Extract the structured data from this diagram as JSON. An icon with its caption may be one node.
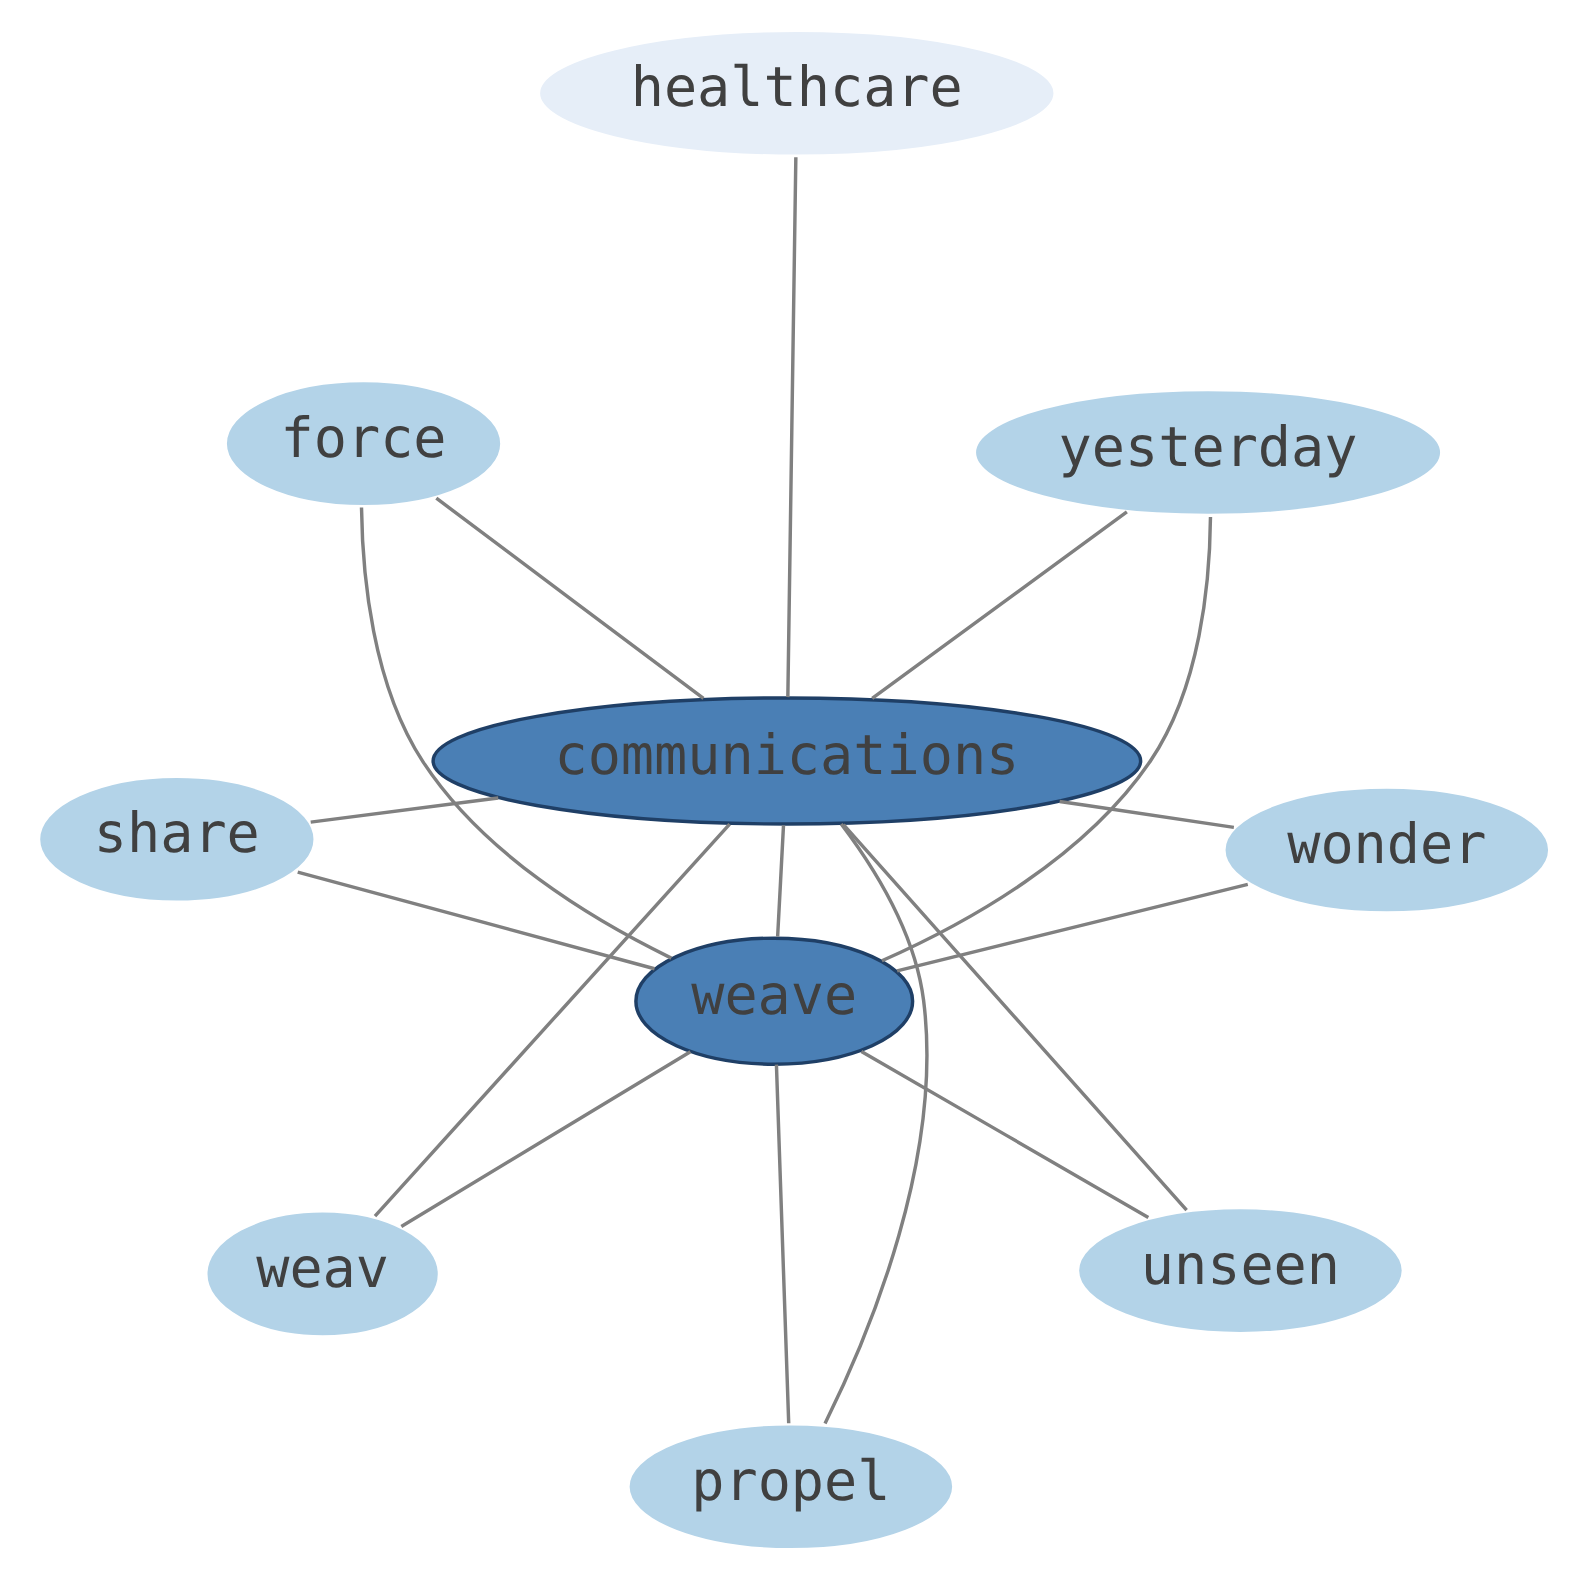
{
  "diagram": {
    "nodes": [
      {
        "text": [
          "share"
        ]
      },
      {
        "text": [
          "yesterday"
        ]
      },
      {
        "text": [
          "weav"
        ]
      },
      {
        "text": [
          "healthcare"
        ]
      },
      {
        "text": [
          "communications"
        ]
      },
      {
        "text": [
          "force"
        ]
      },
      {
        "text": [
          "weave"
        ]
      },
      {
        "text": [
          "wonder"
        ]
      },
      {
        "text": [
          "propel"
        ]
      },
      {
        "text": [
          "unseen"
        ]
      }
    ],
    "edges": [
      {
        "from": 0,
        "to": 4,
        "arrow": "none"
      },
      {
        "from": 0,
        "to": 6,
        "arrow": "none"
      },
      {
        "from": 1,
        "to": 4,
        "arrow": "none"
      },
      {
        "from": 1,
        "to": 6,
        "arrow": "none"
      },
      {
        "from": 2,
        "to": 4,
        "arrow": "none"
      },
      {
        "from": 2,
        "to": 6,
        "arrow": "none"
      },
      {
        "from": 3,
        "to": 4,
        "arrow": "none"
      },
      {
        "from": 5,
        "to": 4,
        "arrow": "none"
      },
      {
        "from": 5,
        "to": 6,
        "arrow": "none"
      },
      {
        "from": 4,
        "to": 6,
        "arrow": "none"
      },
      {
        "from": 7,
        "to": 4,
        "arrow": "none"
      },
      {
        "from": 7,
        "to": 6,
        "arrow": "none"
      },
      {
        "from": 8,
        "to": 4,
        "arrow": "none"
      },
      {
        "from": 8,
        "to": 6,
        "arrow": "none"
      },
      {
        "from": 9,
        "to": 4,
        "arrow": "none"
      },
      {
        "from": 9,
        "to": 6,
        "arrow": "none"
      }
    ]
  }
}
